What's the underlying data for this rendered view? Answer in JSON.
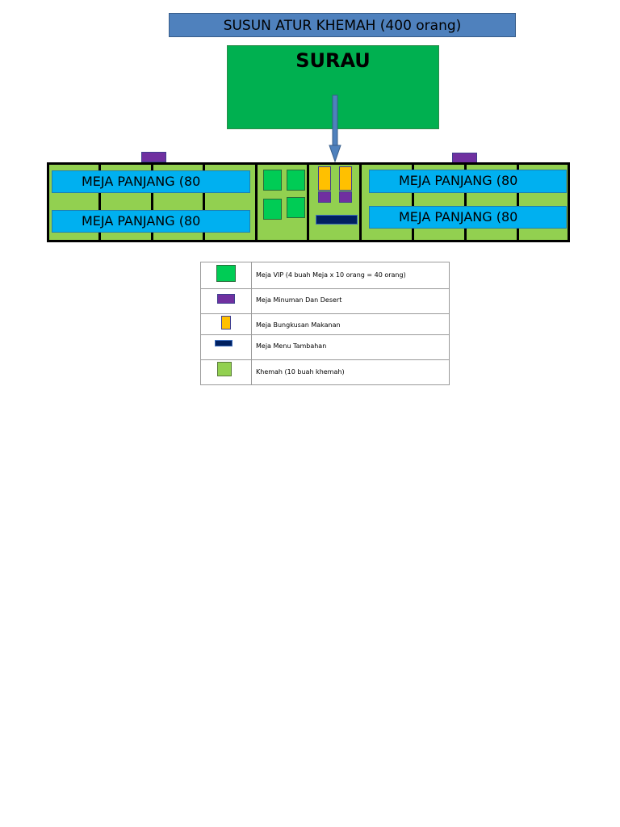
{
  "title": "SUSUN ATUR KHEMAH (400 orang)",
  "surau": "SURAU",
  "long_tables": {
    "left_top": "MEJA PANJANG (80",
    "left_bottom": "MEJA PANJANG (80",
    "right_top": "MEJA PANJANG (80",
    "right_bottom": "MEJA PANJANG (80"
  },
  "legend": [
    {
      "icon": "vip-table-icon",
      "color": "#00cc55",
      "label": "Meja VIP (4 buah Meja x 10 orang = 40 orang)"
    },
    {
      "icon": "drink-table-icon",
      "color": "#7030a0",
      "label": "Meja Minuman Dan Desert"
    },
    {
      "icon": "food-pack-table-icon",
      "color": "#ffc000",
      "label": "Meja Bungkusan Makanan"
    },
    {
      "icon": "extra-menu-table-icon",
      "color": "#002060",
      "label": "Meja Menu Tambahan"
    },
    {
      "icon": "tent-icon",
      "color": "#92d050",
      "label": "Khemah (10 buah khemah)"
    }
  ],
  "colors": {
    "title_bg": "#4f81bd",
    "surau": "#00b050",
    "tent": "#92d050",
    "long_table": "#00b0f0",
    "vip": "#00cc55",
    "drink": "#7030a0",
    "pack": "#ffc000",
    "menu": "#002060"
  }
}
